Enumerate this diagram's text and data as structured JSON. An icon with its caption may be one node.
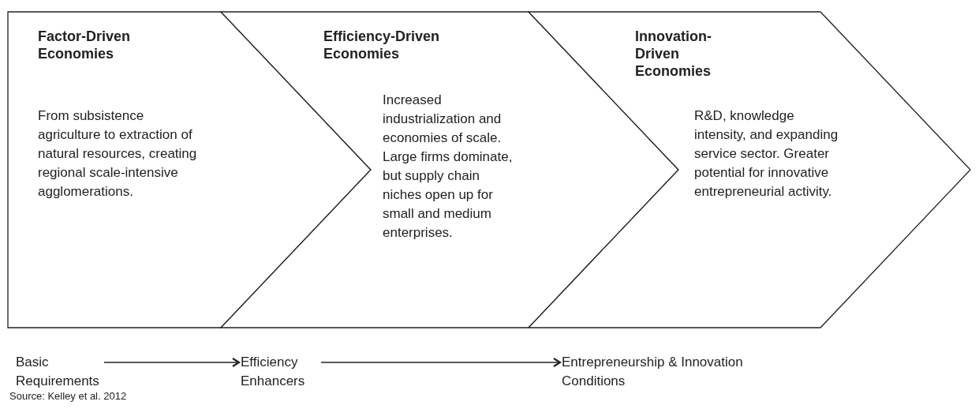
{
  "diagram": {
    "caption": "Source: Kelley et al. 2012",
    "nodes": [
      {
        "text": [
          "Factor-Driven Economies",
          "From subsistence agriculture to extraction of natural resources, creating regional scale-intensive agglomerations."
        ]
      },
      {
        "text": [
          "Efficiency-Driven Economies",
          "Increased industrialization and economies of scale. Large firms dominate, but supply chain niches open up for small and medium enterprises."
        ]
      },
      {
        "text": [
          "Innovation-Driven Economies",
          "R&D, knowledge intensity, and expanding service sector. Greater potential for innovative entrepreneurial activity."
        ]
      },
      {
        "text": [
          "Basic Requirements"
        ]
      },
      {
        "text": [
          "Efficiency Enhancers"
        ]
      },
      {
        "text": [
          "Entrepreneurship & Innovation Conditions"
        ]
      }
    ],
    "edges": [
      {
        "from": 3,
        "to": 4,
        "arrow": "to"
      },
      {
        "from": 4,
        "to": 5,
        "arrow": "to"
      }
    ]
  }
}
